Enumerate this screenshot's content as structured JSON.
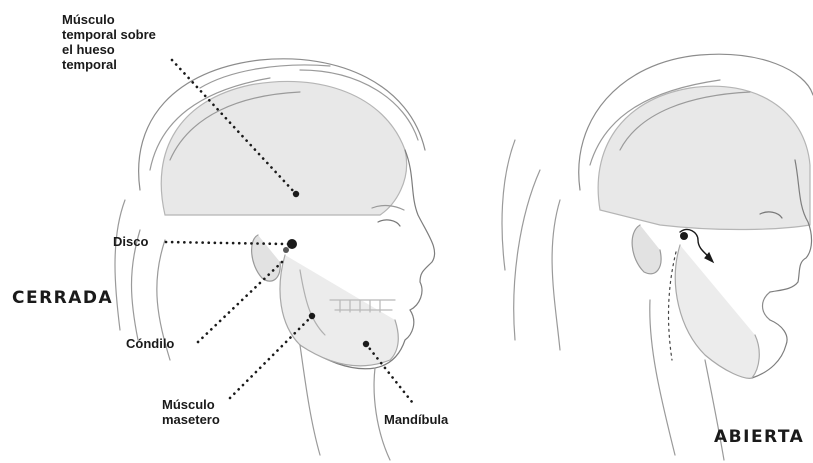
{
  "labels": {
    "temporal": [
      "Músculo",
      "temporal sobre",
      "el hueso",
      "temporal"
    ],
    "disco": "Disco",
    "condilo": "Cóndilo",
    "masetero": [
      "Músculo",
      "masetero"
    ],
    "mandibula": "Mandíbula"
  },
  "states": {
    "closed": "CERRADA",
    "open": "ABIERTA"
  },
  "colors": {
    "ink": "#1a1a1a",
    "sketch": "#8a8a8a",
    "bone": "#e6e6e6"
  }
}
